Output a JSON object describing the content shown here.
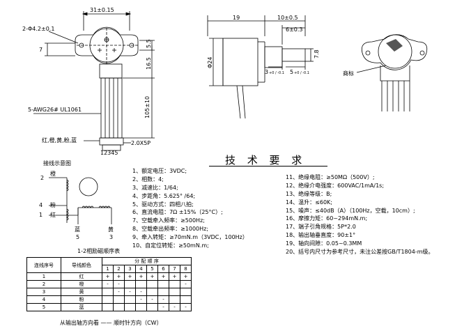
{
  "dimensions": {
    "width_top": "31±0.15",
    "hole": "2-Φ4.2±0.1",
    "d7": "7",
    "d55": "5.5",
    "d165": "16.5",
    "d105": "105±10",
    "wire": "5-AWG26# UL1061",
    "colors": "红,橙,黄,粉,蓝",
    "pins": "12345",
    "connector": "2.0X5P",
    "d19": "19",
    "d10": "10±0.5",
    "d6": "6±0.3",
    "d24": "Φ24",
    "d78": "7.8",
    "d3": "3",
    "d3tol": "+0 / -0.1",
    "d5": "5",
    "d5tol": "+0 / -0.1",
    "label_mark": "商标"
  },
  "wiring": {
    "title": "接线示意图",
    "l2": "2",
    "c2": "橙",
    "l4": "4",
    "c4": "粉",
    "l1": "1",
    "c1": "红",
    "blue": "蓝",
    "yellow": "黄",
    "n5": "5",
    "n3": "3"
  },
  "tech_title": "技 术 要 求",
  "specs_left": [
    "1、额定电压：3VDC;",
    "2、相数：4;",
    "3、减速比：1/64;",
    "4、步距角：5.625° /64;",
    "5、驱动方式：四相八拍;",
    "6、直流电阻：7Ω ±15%（25°C）;",
    "7、空载牵入频率：≥500Hz;",
    "8、空载牵出频率：≥1000Hz;",
    "9、牵入转矩：≥70mN.m（3VDC，100Hz）",
    "10、自定位转矩：≥50mN.m;"
  ],
  "specs_right": [
    "11、绝缘电阻：≥50MΩ（500V）;",
    "12、绝缘介电强度：600VAC/1mA/1s;",
    "13、绝缘等级：B;",
    "14、温升：≤60K;",
    "15、噪声：≤40dB（A）（100Hz，空载，10cm）;",
    "16、摩擦力矩：60~294mN.m;",
    "17、端子引角规格：5P*2.0",
    "18、输出轴垂直度：90±1°",
    "19、轴向间隙：0.05~0.3MM",
    "20、括号内尺寸为参考尺寸，未注公差按GB/T1804-m级。"
  ],
  "sequence_table": {
    "title": "1-2相励磁顺序表",
    "header_no": "连线序号",
    "header_color": "导线颜色",
    "header_seq": "分 配 顺 序",
    "steps": [
      "1",
      "2",
      "3",
      "4",
      "5",
      "6",
      "7",
      "8"
    ],
    "rows": [
      {
        "no": "1",
        "color": "红",
        "cells": [
          "+",
          "+",
          "+",
          "+",
          "+",
          "+",
          "+",
          "+"
        ]
      },
      {
        "no": "2",
        "color": "橙",
        "cells": [
          "-",
          "-",
          "",
          "",
          "",
          "",
          "",
          "-"
        ]
      },
      {
        "no": "3",
        "color": "黄",
        "cells": [
          "",
          "-",
          "-",
          "-",
          "",
          "",
          "",
          ""
        ]
      },
      {
        "no": "4",
        "color": "粉",
        "cells": [
          "",
          "",
          "",
          "-",
          "-",
          "-",
          "",
          ""
        ]
      },
      {
        "no": "5",
        "color": "蓝",
        "cells": [
          "",
          "",
          "",
          "",
          "",
          "-",
          "-",
          "-"
        ]
      }
    ]
  },
  "footer_note": "从输出轴方向看 —— 顺时针方向（CW）"
}
